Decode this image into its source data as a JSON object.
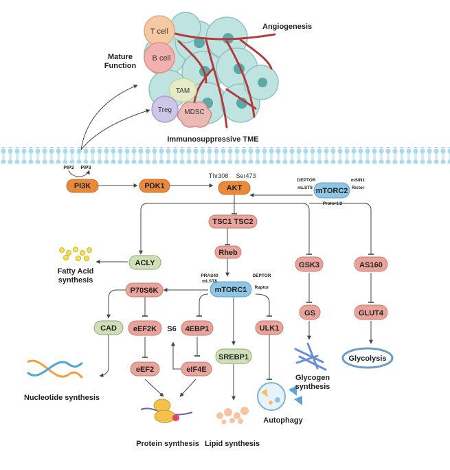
{
  "tme": {
    "t_cell": "T cell",
    "b_cell": "B cell",
    "tam": "TAM",
    "treg": "Treg",
    "mdsc": "MDSC",
    "angiogenesis": "Angiogenesis",
    "mature_function_1": "Mature",
    "mature_function_2": "Function",
    "title": "Immunosuppressive TME"
  },
  "membrane": {
    "pip2": "PIP2",
    "pip3": "PIP3"
  },
  "nodes": {
    "pi3k": "PI3K",
    "pdk1": "PDK1",
    "akt": "AKT",
    "thr308": "Thr308",
    "ser473": "Ser473",
    "mtorc2": "mTORC2",
    "mtorc2_deptor": "DEPTOR",
    "mtorc2_msin1": "mSIN1",
    "mtorc2_mlst8": "mLST8",
    "mtorc2_rictor": "Rictor",
    "mtorc2_protor": "Protor1/2",
    "tsc": "TSC1 TSC2",
    "rheb": "Rheb",
    "mtorc1": "mTORC1",
    "mtorc1_pras40": "PRAS40",
    "mtorc1_mlst8": "mLST8",
    "mtorc1_deptor": "DEPTOR",
    "mtorc1_raptor": "Raptor",
    "acly": "ACLY",
    "p70s6k": "P70S6K",
    "cad": "CAD",
    "eef2k": "eEF2K",
    "s6": "S6",
    "4ebp1": "4EBP1",
    "eef2": "eEF2",
    "eif4e": "eIF4E",
    "srebp1": "SREBP1",
    "ulk1": "ULK1",
    "gsk3": "GSK3",
    "gs": "GS",
    "as160": "AS160",
    "glut4": "GLUT4",
    "glycolysis": "Glycolysis"
  },
  "outcomes": {
    "fatty_acid_1": "Fatty Acid",
    "fatty_acid_2": "synthesis",
    "nucleotide": "Nucleotide synthesis",
    "protein": "Protein synthesis",
    "lipid": "Lipid synthesis",
    "autophagy": "Autophagy",
    "glycogen_1": "Glycogen",
    "glycogen_2": "synthesis"
  },
  "colors": {
    "orange_node": "#e8893c",
    "pink_node": "#e8a39b",
    "green_node": "#cfe0b8",
    "blue_node": "#8fc6e4",
    "membrane": "#a9d8ea",
    "cell": "#bfe3e1",
    "vessel": "#b33b3b"
  }
}
